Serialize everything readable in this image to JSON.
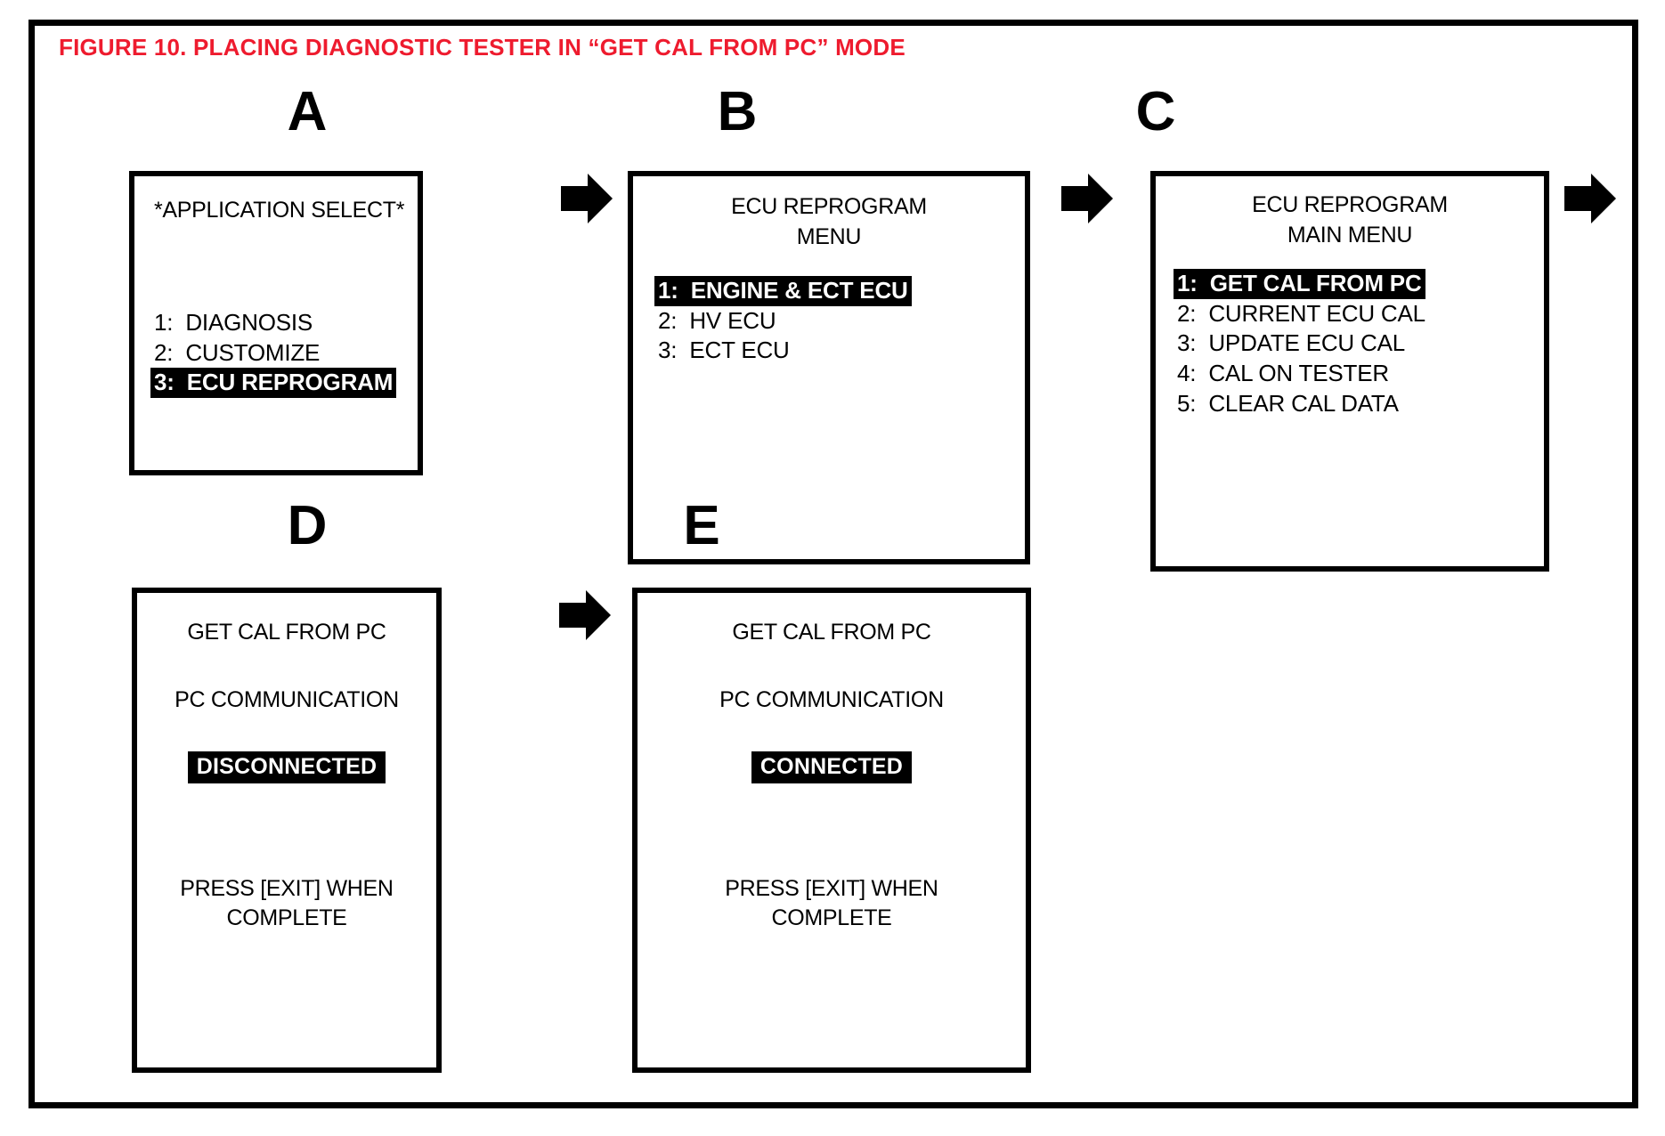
{
  "figure": {
    "caption": "FIGURE 10.  PLACING DIAGNOSTIC TESTER IN “GET CAL FROM PC” MODE",
    "caption_color": "#ee1b2e",
    "frame_color": "#000000",
    "background": "#ffffff"
  },
  "panels": {
    "a": {
      "letter": "A",
      "title": "*APPLICATION SELECT*",
      "items": [
        {
          "num": "1:",
          "label": "DIAGNOSIS",
          "selected": false
        },
        {
          "num": "2:",
          "label": "CUSTOMIZE",
          "selected": false
        },
        {
          "num": "3:",
          "label": "ECU REPROGRAM",
          "selected": true
        }
      ]
    },
    "b": {
      "letter": "B",
      "title": "ECU REPROGRAM\nMENU",
      "items": [
        {
          "num": "1:",
          "label": "ENGINE & ECT ECU",
          "selected": true
        },
        {
          "num": "2:",
          "label": "HV ECU",
          "selected": false
        },
        {
          "num": "3:",
          "label": "ECT ECU",
          "selected": false
        }
      ]
    },
    "c": {
      "letter": "C",
      "title": "ECU REPROGRAM\nMAIN MENU",
      "items": [
        {
          "num": "1:",
          "label": "GET CAL FROM PC",
          "selected": true
        },
        {
          "num": "2:",
          "label": "CURRENT ECU CAL",
          "selected": false
        },
        {
          "num": "3:",
          "label": "UPDATE ECU CAL",
          "selected": false
        },
        {
          "num": "4:",
          "label": "CAL ON TESTER",
          "selected": false
        },
        {
          "num": "5:",
          "label": "CLEAR CAL DATA",
          "selected": false
        }
      ]
    },
    "d": {
      "letter": "D",
      "title": "GET CAL FROM PC",
      "subtitle": "PC COMMUNICATION",
      "status": "DISCONNECTED",
      "footer": "PRESS [EXIT] WHEN\nCOMPLETE"
    },
    "e": {
      "letter": "E",
      "title": "GET CAL FROM PC",
      "subtitle": "PC COMMUNICATION",
      "status": "CONNECTED",
      "footer": "PRESS [EXIT] WHEN\nCOMPLETE"
    }
  },
  "arrows": [
    {
      "name": "arrow-a-to-b"
    },
    {
      "name": "arrow-b-to-c"
    },
    {
      "name": "arrow-c-to-d"
    },
    {
      "name": "arrow-d-to-e"
    }
  ]
}
